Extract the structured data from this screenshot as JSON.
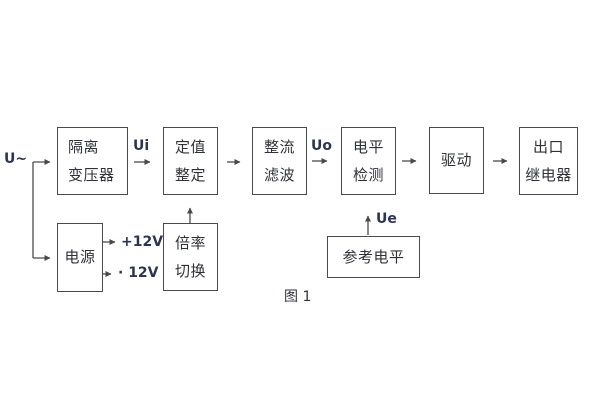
{
  "figure": {
    "caption": "图 1"
  },
  "colors": {
    "line": "#4a4a4a",
    "text": "#2f3138",
    "label": "#2c3550",
    "bg": "#ffffff"
  },
  "blocks": {
    "isolation_transformer": {
      "line1": "隔离",
      "line2": "变压器"
    },
    "value_setting": {
      "line1": "定值",
      "line2": "整定"
    },
    "rectifier_filter": {
      "line1": "整流",
      "line2": "滤波"
    },
    "level_detection": {
      "line1": "电平",
      "line2": "检测"
    },
    "driver": {
      "label": "驱动"
    },
    "output_relay": {
      "line1": "出口",
      "line2": "继电器"
    },
    "power_supply": {
      "label": "电源"
    },
    "ratio_switch": {
      "line1": "倍率",
      "line2": "切换"
    },
    "reference_level": {
      "label": "参考电平"
    }
  },
  "signal_labels": {
    "input": "U~",
    "ui": "Ui",
    "uo": "Uo",
    "ue": "Ue",
    "plus_12v": "+12V",
    "minus_12v": "· 12V"
  }
}
